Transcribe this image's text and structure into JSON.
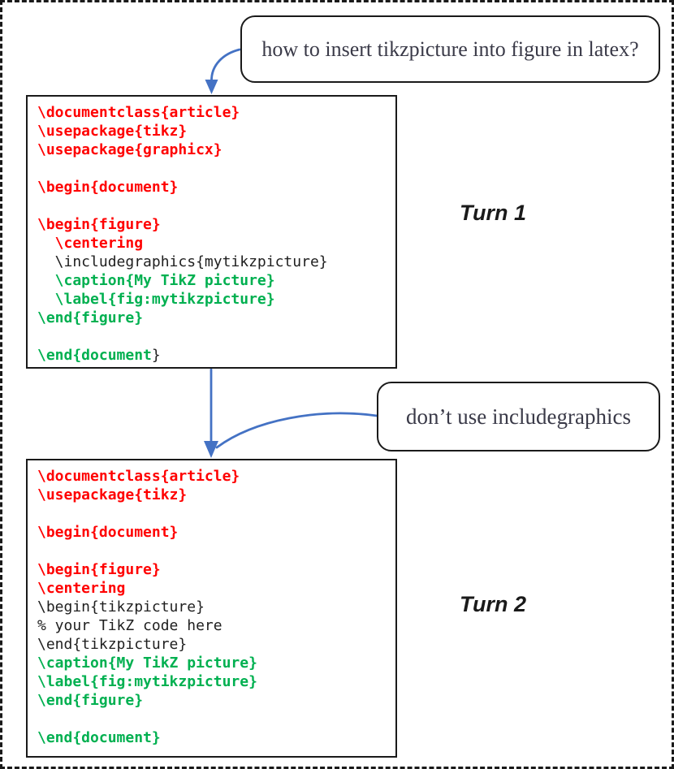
{
  "colors": {
    "red": "#ff0000",
    "green": "#00b050",
    "code-black": "#1f1f1f",
    "arrow-blue": "#4472c4",
    "bubble-text": "#3a3a48",
    "border": "#1a1a1a"
  },
  "bubble1": {
    "text": "how to insert tikzpicture into figure in latex?"
  },
  "bubble2": {
    "text": "don’t use includegraphics"
  },
  "turn1": {
    "label": "Turn 1"
  },
  "turn2": {
    "label": "Turn 2"
  },
  "code_block1": {
    "lines": [
      {
        "segments": [
          {
            "text": "\\documentclass{article}",
            "color": "red"
          }
        ]
      },
      {
        "segments": [
          {
            "text": "\\usepackage{tikz}",
            "color": "red"
          }
        ]
      },
      {
        "segments": [
          {
            "text": "\\usepackage{graphicx}",
            "color": "red"
          }
        ]
      },
      {
        "segments": []
      },
      {
        "segments": [
          {
            "text": "\\begin{document}",
            "color": "red"
          }
        ]
      },
      {
        "segments": []
      },
      {
        "segments": [
          {
            "text": "\\begin{figure}",
            "color": "red"
          }
        ]
      },
      {
        "segments": [
          {
            "text": "  \\centering",
            "color": "red"
          }
        ]
      },
      {
        "segments": [
          {
            "text": "  \\includegraphics{mytikzpicture}",
            "color": "black"
          }
        ]
      },
      {
        "segments": [
          {
            "text": "  \\caption{My TikZ picture}",
            "color": "green"
          }
        ]
      },
      {
        "segments": [
          {
            "text": "  \\label{fig:mytikzpicture}",
            "color": "green"
          }
        ]
      },
      {
        "segments": [
          {
            "text": "\\end{figure}",
            "color": "green"
          }
        ]
      },
      {
        "segments": []
      },
      {
        "segments": [
          {
            "text": "\\end{document",
            "color": "green"
          },
          {
            "text": "}",
            "color": "black"
          }
        ]
      }
    ]
  },
  "code_block2": {
    "lines": [
      {
        "segments": [
          {
            "text": "\\documentclass{article}",
            "color": "red"
          }
        ]
      },
      {
        "segments": [
          {
            "text": "\\usepackage{tikz}",
            "color": "red"
          }
        ]
      },
      {
        "segments": []
      },
      {
        "segments": [
          {
            "text": "\\begin{document}",
            "color": "red"
          }
        ]
      },
      {
        "segments": []
      },
      {
        "segments": [
          {
            "text": "\\begin{figure}",
            "color": "red"
          }
        ]
      },
      {
        "segments": [
          {
            "text": "\\centering",
            "color": "red"
          }
        ]
      },
      {
        "segments": [
          {
            "text": "\\begin{tikzpicture}",
            "color": "black"
          }
        ]
      },
      {
        "segments": [
          {
            "text": "% your TikZ code here",
            "color": "black"
          }
        ]
      },
      {
        "segments": [
          {
            "text": "\\end{tikzpicture}",
            "color": "black"
          }
        ]
      },
      {
        "segments": [
          {
            "text": "\\caption{My TikZ picture}",
            "color": "green"
          }
        ]
      },
      {
        "segments": [
          {
            "text": "\\label{fig:mytikzpicture}",
            "color": "green"
          }
        ]
      },
      {
        "segments": [
          {
            "text": "\\end{figure}",
            "color": "green"
          }
        ]
      },
      {
        "segments": []
      },
      {
        "segments": [
          {
            "text": "\\end{document}",
            "color": "green"
          }
        ]
      }
    ]
  }
}
